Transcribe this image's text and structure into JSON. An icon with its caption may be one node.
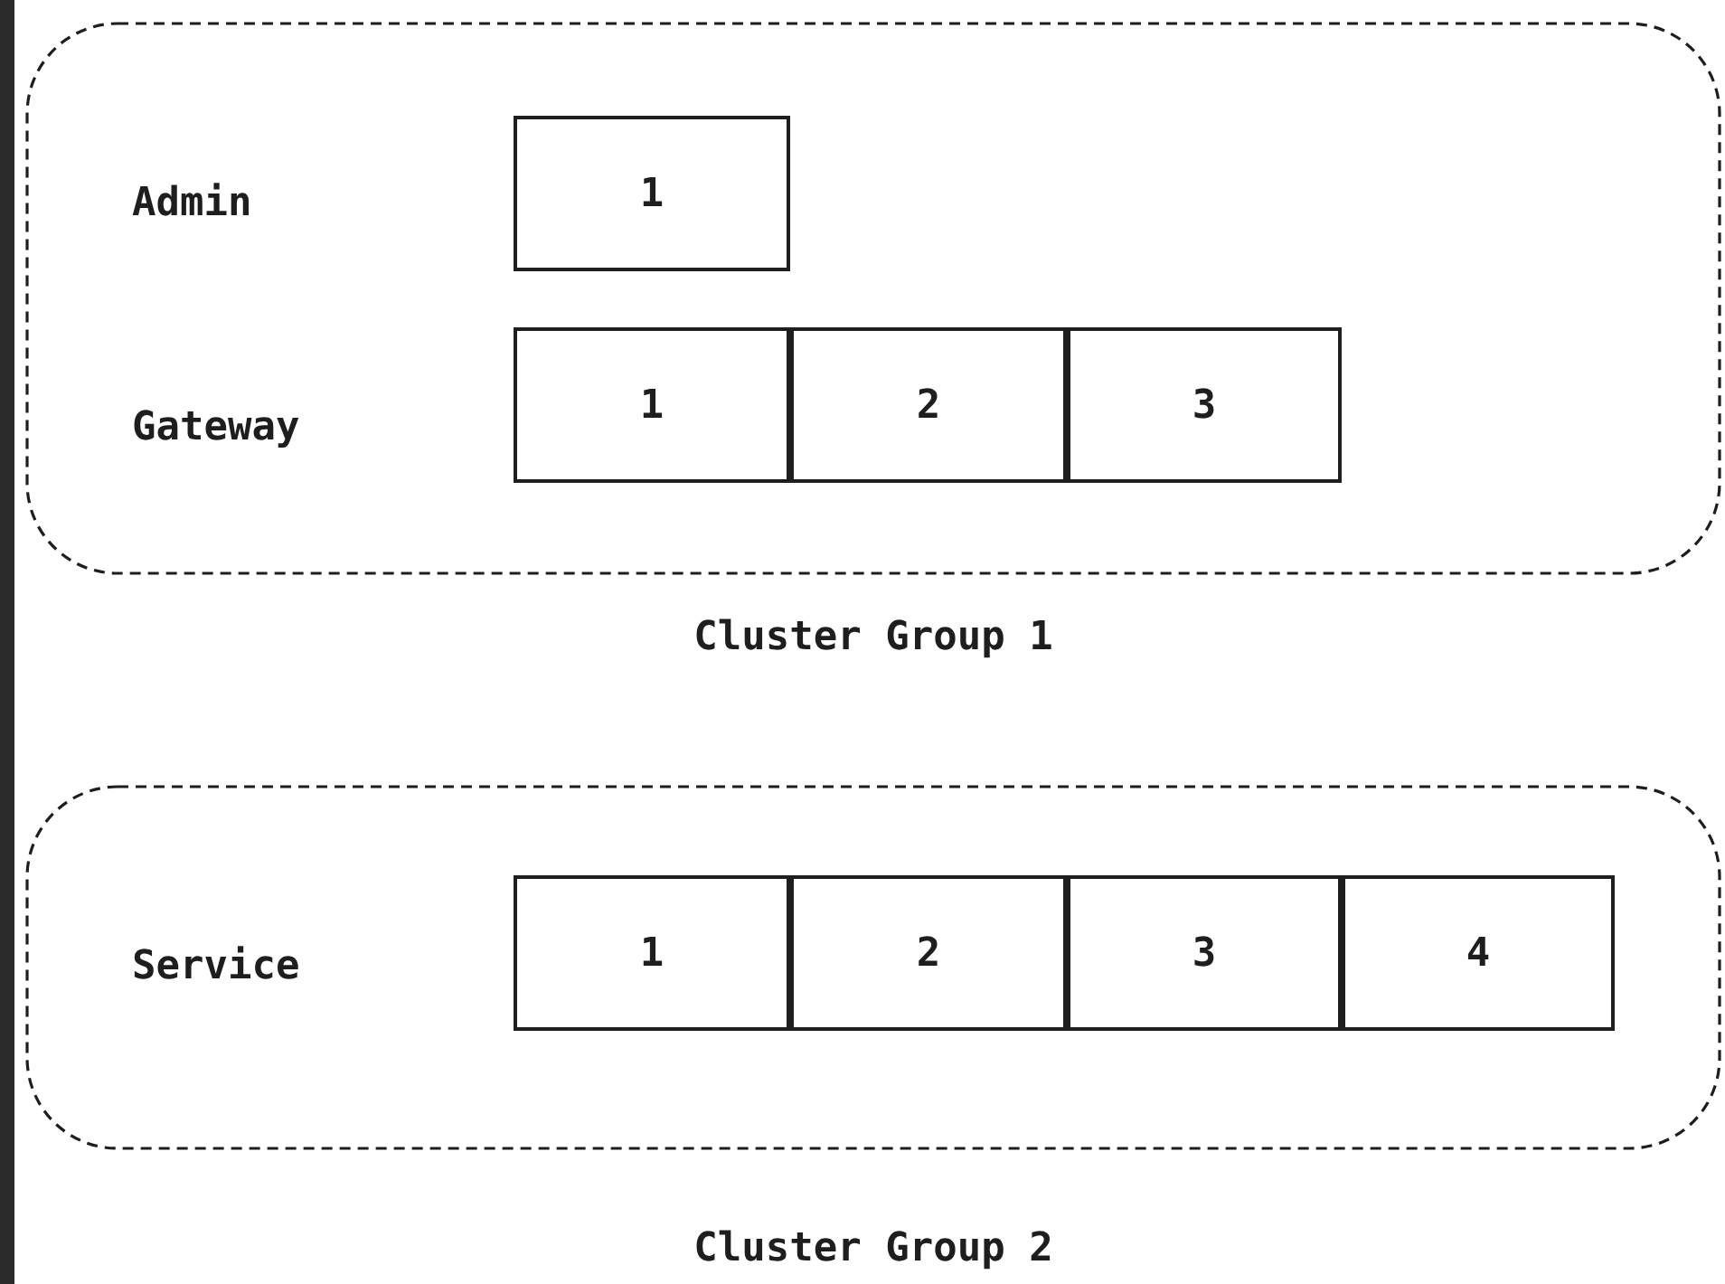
{
  "diagram": {
    "nodes": [
      {
        "text": [
          "Cluster Group 1"
        ]
      },
      {
        "text": [
          "1"
        ],
        "in": 0
      },
      {
        "text": [
          "1"
        ],
        "in": 0
      },
      {
        "text": [
          "2"
        ],
        "in": 0
      },
      {
        "text": [
          "3"
        ],
        "in": 0
      },
      {
        "text": [
          "Cluster Group 2"
        ]
      },
      {
        "text": [
          "1"
        ],
        "in": 5
      },
      {
        "text": [
          "2"
        ],
        "in": 5
      },
      {
        "text": [
          "3"
        ],
        "in": 5
      },
      {
        "text": [
          "4"
        ],
        "in": 5
      }
    ],
    "labels": [
      "Admin",
      "Gateway",
      "Service"
    ]
  }
}
